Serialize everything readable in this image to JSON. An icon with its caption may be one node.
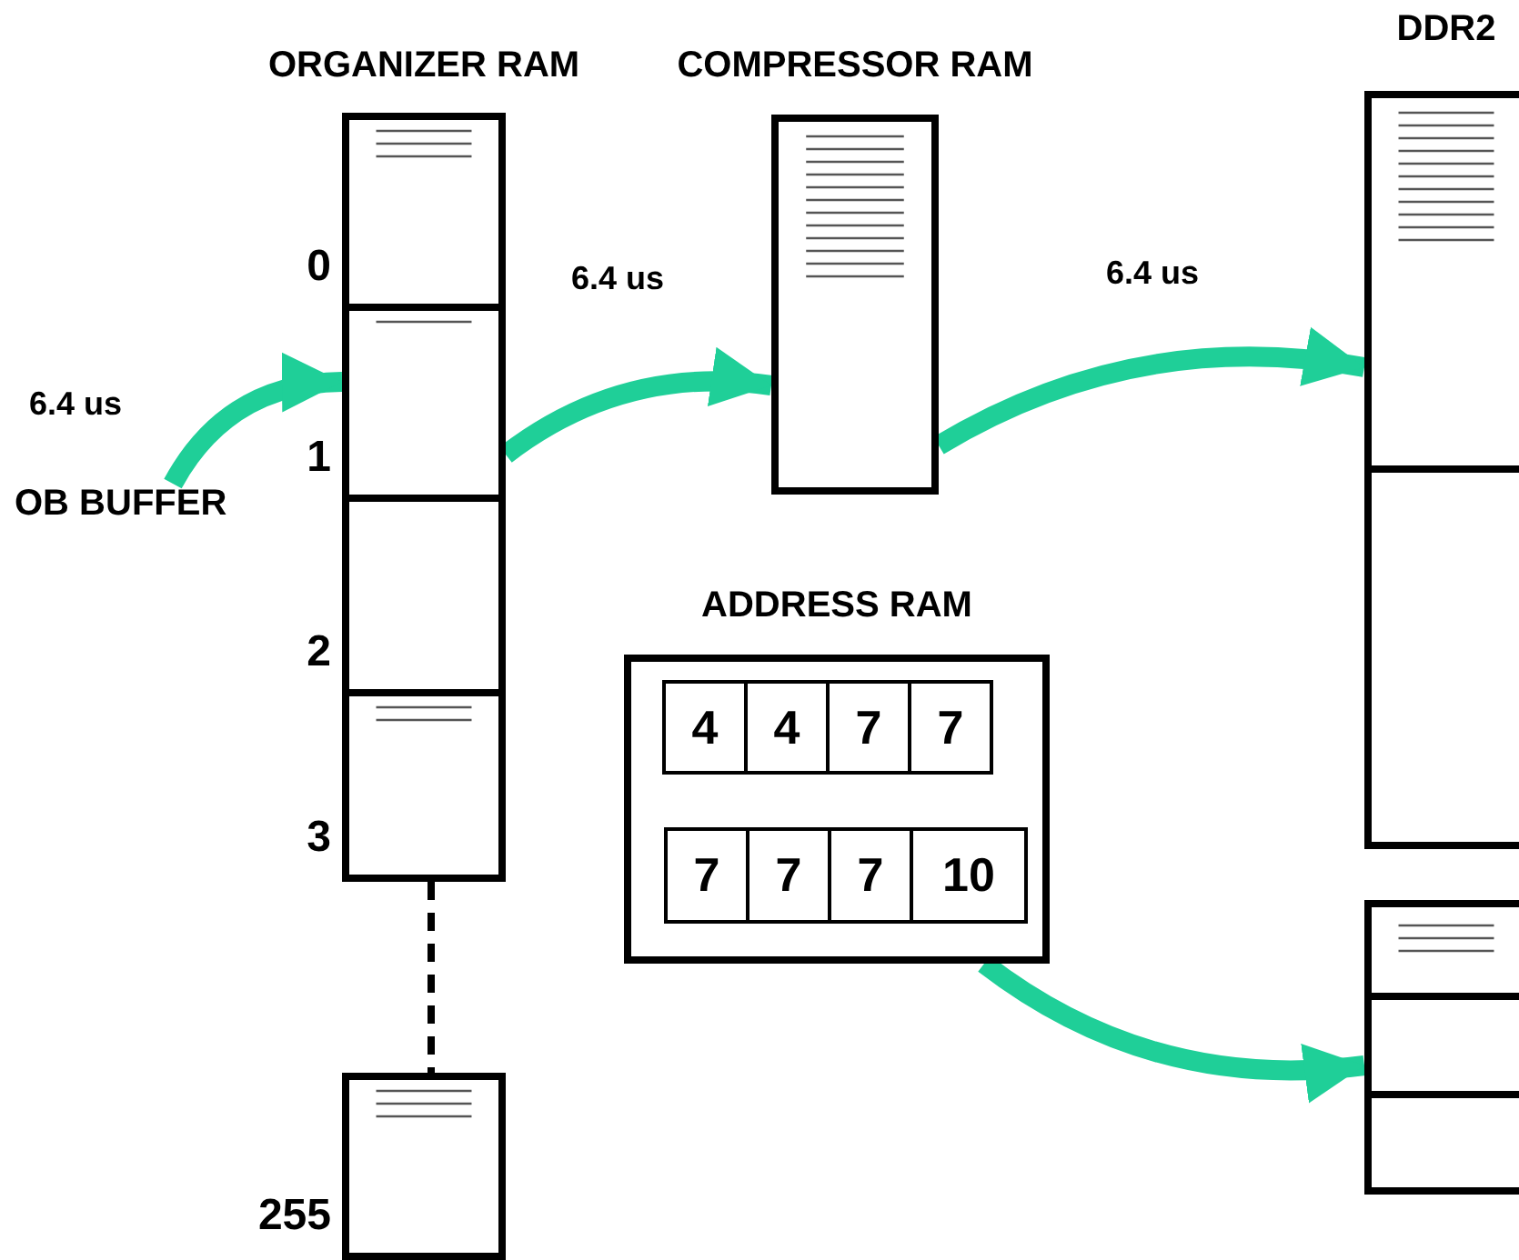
{
  "diagram": {
    "nodes": [
      {
        "text": [
          "ORGANIZER RAM"
        ]
      },
      {
        "text": [],
        "shape": "box",
        "in": 0,
        "beside": [
          "0"
        ]
      },
      {
        "text": [],
        "shape": "box",
        "in": 0,
        "beside": [
          "1"
        ]
      },
      {
        "text": [],
        "shape": "box",
        "in": 0,
        "beside": [
          "2"
        ]
      },
      {
        "text": [],
        "shape": "box",
        "in": 0,
        "beside": [
          "3"
        ]
      },
      {
        "text": [],
        "shape": "box",
        "beside": [
          "255"
        ]
      },
      {
        "text": [
          "OB BUFFER"
        ]
      },
      {
        "text": [
          "COMPRESSOR RAM"
        ]
      },
      {
        "text": [
          "DDR2"
        ]
      },
      {
        "text": [
          "ADDRESS RAM"
        ]
      },
      {
        "text": [
          "4"
        ],
        "in": 9
      },
      {
        "text": [
          "4"
        ],
        "in": 9
      },
      {
        "text": [
          "7"
        ],
        "in": 9
      },
      {
        "text": [
          "7"
        ],
        "in": 9
      },
      {
        "text": [
          "7"
        ],
        "in": 9
      },
      {
        "text": [
          "7"
        ],
        "in": 9
      },
      {
        "text": [
          "7"
        ],
        "in": 9
      },
      {
        "text": [
          "10"
        ],
        "in": 9
      },
      {
        "text": [],
        "shape": "box"
      }
    ],
    "edges": [
      {
        "from": 6,
        "to": 2,
        "arrow": "to",
        "label": "6.4 us"
      },
      {
        "from": 2,
        "to": 7,
        "arrow": "to",
        "label": "6.4 us"
      },
      {
        "from": 7,
        "to": 8,
        "arrow": "to",
        "label": "6.4 us"
      },
      {
        "from": 9,
        "to": 18,
        "arrow": "to"
      },
      {
        "from": 4,
        "to": 5,
        "arrow": "none",
        "style": "dashed",
        "color": "#000000"
      }
    ]
  }
}
